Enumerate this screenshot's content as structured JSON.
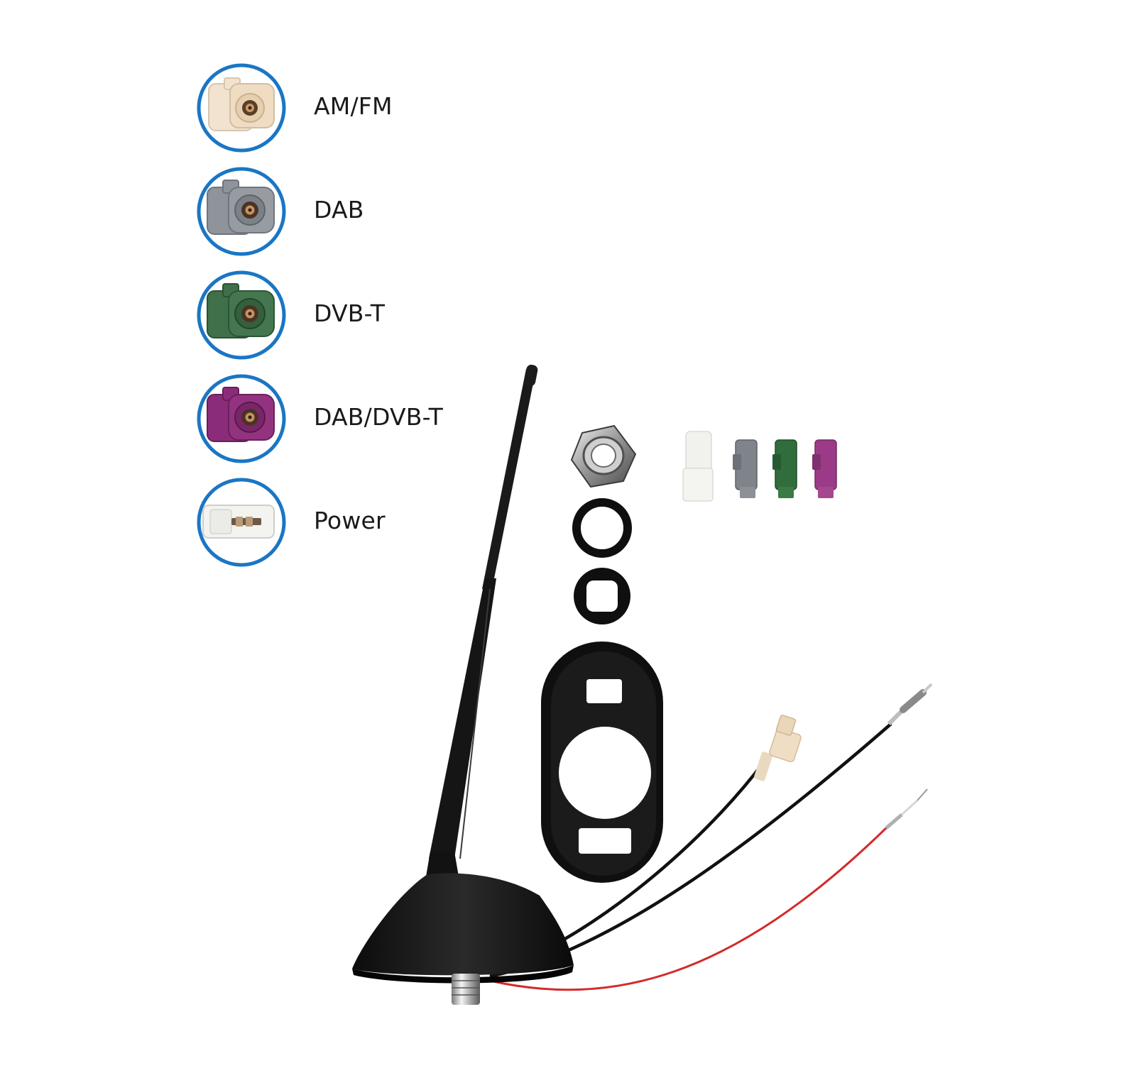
{
  "legend": {
    "items": [
      {
        "label": "AM/FM",
        "color": "#efe1cc",
        "icon": "am-fm-connector-icon"
      },
      {
        "label": "DAB",
        "color": "#8a9096",
        "icon": "dab-connector-icon"
      },
      {
        "label": "DVB-T",
        "color": "#3c6e47",
        "icon": "dvb-t-connector-icon"
      },
      {
        "label": "DAB/DVB-T",
        "color": "#8e2f7d",
        "icon": "dab-dvb-t-connector-icon"
      },
      {
        "label": "Power",
        "color": "#f1f1ee",
        "icon": "power-connector-icon"
      }
    ],
    "ring_color": "#1a76c4"
  },
  "parts": {
    "wire_colors": {
      "black": "#111111",
      "red": "#d42a2a"
    },
    "plug_colors": [
      "#f0f0ec",
      "#7c8287",
      "#2f6b3a",
      "#9a3a86"
    ]
  }
}
